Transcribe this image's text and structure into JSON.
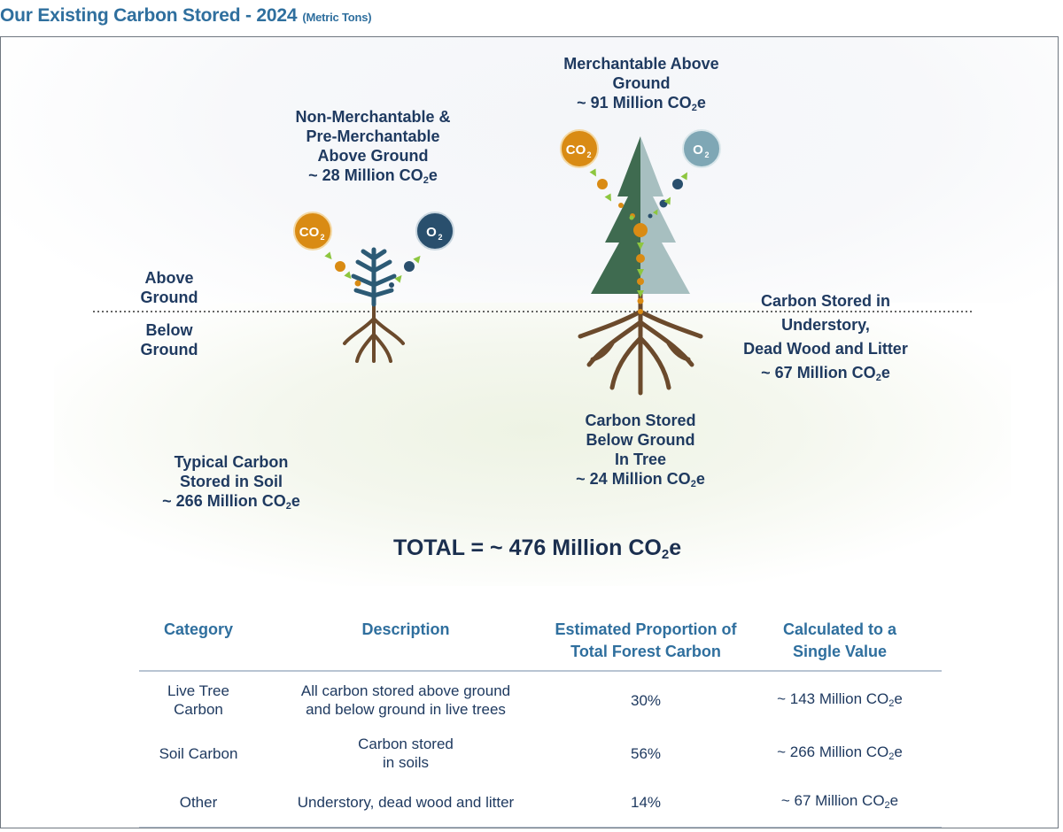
{
  "title": {
    "main": "Our Existing Carbon Stored - 2024",
    "unit": "(Metric Tons)"
  },
  "ground_labels": {
    "above_line1": "Above",
    "above_line2": "Ground",
    "below_line1": "Below",
    "below_line2": "Ground"
  },
  "molecules": {
    "co2": "CO",
    "co2_sub": "2",
    "o2": "O",
    "o2_sub": "2"
  },
  "labels": {
    "non_merch": {
      "line1": "Non-Merchantable &",
      "line2": "Pre-Merchantable",
      "line3": "Above Ground",
      "value": "~ 28 Million CO",
      "sub": "2",
      "suffix": "e"
    },
    "merch": {
      "line1": "Merchantable Above",
      "line2": "Ground",
      "value": "~ 91 Million CO",
      "sub": "2",
      "suffix": "e"
    },
    "understory": {
      "line1": "Carbon Stored in",
      "line2": "Understory,",
      "line3": "Dead Wood and Litter",
      "value": "~ 67 Million CO",
      "sub": "2",
      "suffix": "e"
    },
    "below_tree": {
      "line1": "Carbon Stored",
      "line2": "Below Ground",
      "line3": "In Tree",
      "value": "~ 24 Million CO",
      "sub": "2",
      "suffix": "e"
    },
    "soil": {
      "line1": "Typical Carbon",
      "line2": "Stored in Soil",
      "value": "~ 266 Million CO",
      "sub": "2",
      "suffix": "e"
    }
  },
  "total": {
    "text": "TOTAL = ~ 476 Million CO",
    "sub": "2",
    "suffix": "e"
  },
  "table": {
    "headers": {
      "category": "Category",
      "description": "Description",
      "proportion_line1": "Estimated Proportion of",
      "proportion_line2": "Total Forest Carbon",
      "value_line1": "Calculated to a",
      "value_line2": "Single Value"
    },
    "rows": [
      {
        "category_line1": "Live Tree",
        "category_line2": "Carbon",
        "description_line1": "All carbon stored above ground",
        "description_line2": "and below ground in live trees",
        "proportion": "30%",
        "value": "~ 143 Million CO",
        "value_sub": "2",
        "value_suffix": "e"
      },
      {
        "category_line1": "Soil Carbon",
        "description_line1": "Carbon stored",
        "description_line2": "in soils",
        "proportion": "56%",
        "value": "~ 266 Million CO",
        "value_sub": "2",
        "value_suffix": "e"
      },
      {
        "category_line1": "Other",
        "description_line1": "Understory, dead wood and litter",
        "proportion": "14%",
        "value": "~ 67 Million CO",
        "value_sub": "2",
        "value_suffix": "e"
      }
    ]
  },
  "colors": {
    "co2_circle": "#d98b14",
    "o2_small_circle": "#294f6d",
    "o2_large_circle": "#7fa7b5",
    "tree_dark": "#3f6b50",
    "tree_light": "#a7bfc0",
    "trunk": "#6b4a2c",
    "seedling": "#2c5a75",
    "arrow_green": "#8dc63f"
  }
}
